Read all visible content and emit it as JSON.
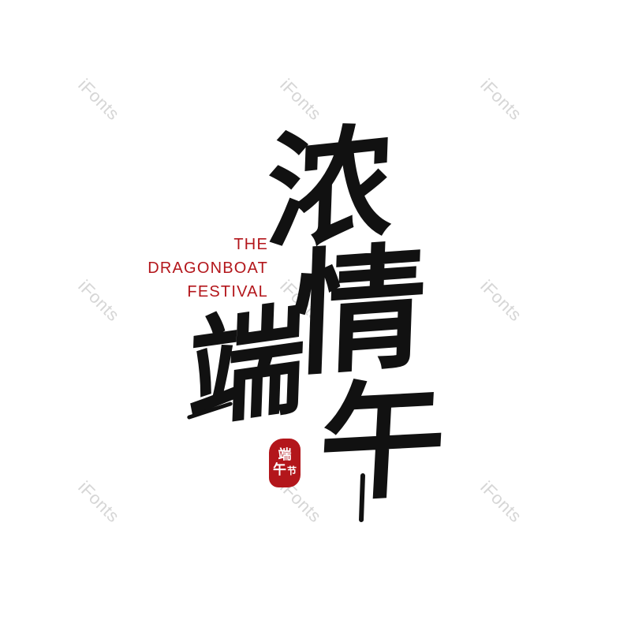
{
  "watermark": {
    "text": "iFonts"
  },
  "english": {
    "line1": "THE",
    "line2": "DRAGONBOAT",
    "line3": "FESTIVAL"
  },
  "calligraphy": {
    "char1": "浓",
    "char2": "情",
    "char3": "端",
    "char4": "午"
  },
  "seal": {
    "char1": "端",
    "char2": "午",
    "char3": "节"
  },
  "colors": {
    "ink": "#111111",
    "accent_red": "#b3161b",
    "watermark": "#d6d6d6",
    "background": "#ffffff"
  }
}
